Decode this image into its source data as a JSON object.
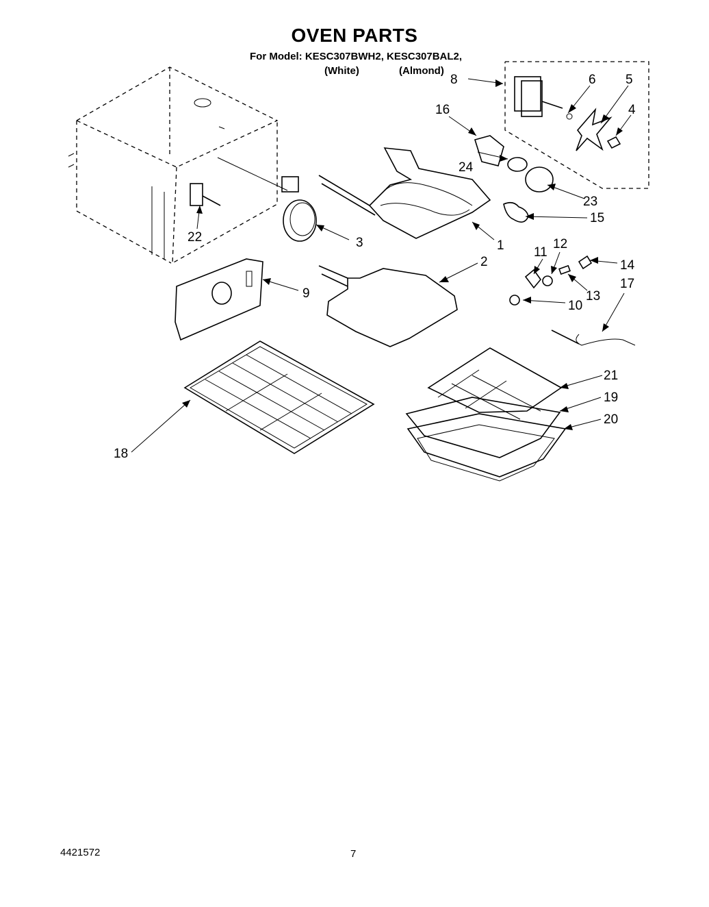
{
  "header": {
    "title": "OVEN PARTS",
    "model_line": "For Model: KESC307BWH2, KESC307BAL2,",
    "variants": [
      "(White)",
      "(Almond)"
    ]
  },
  "callouts": [
    "1",
    "2",
    "3",
    "4",
    "5",
    "6",
    "8",
    "9",
    "10",
    "11",
    "12",
    "13",
    "14",
    "15",
    "16",
    "17",
    "18",
    "19",
    "20",
    "21",
    "22",
    "23",
    "24"
  ],
  "footer": {
    "document_code": "4421572",
    "page_number": "7"
  }
}
